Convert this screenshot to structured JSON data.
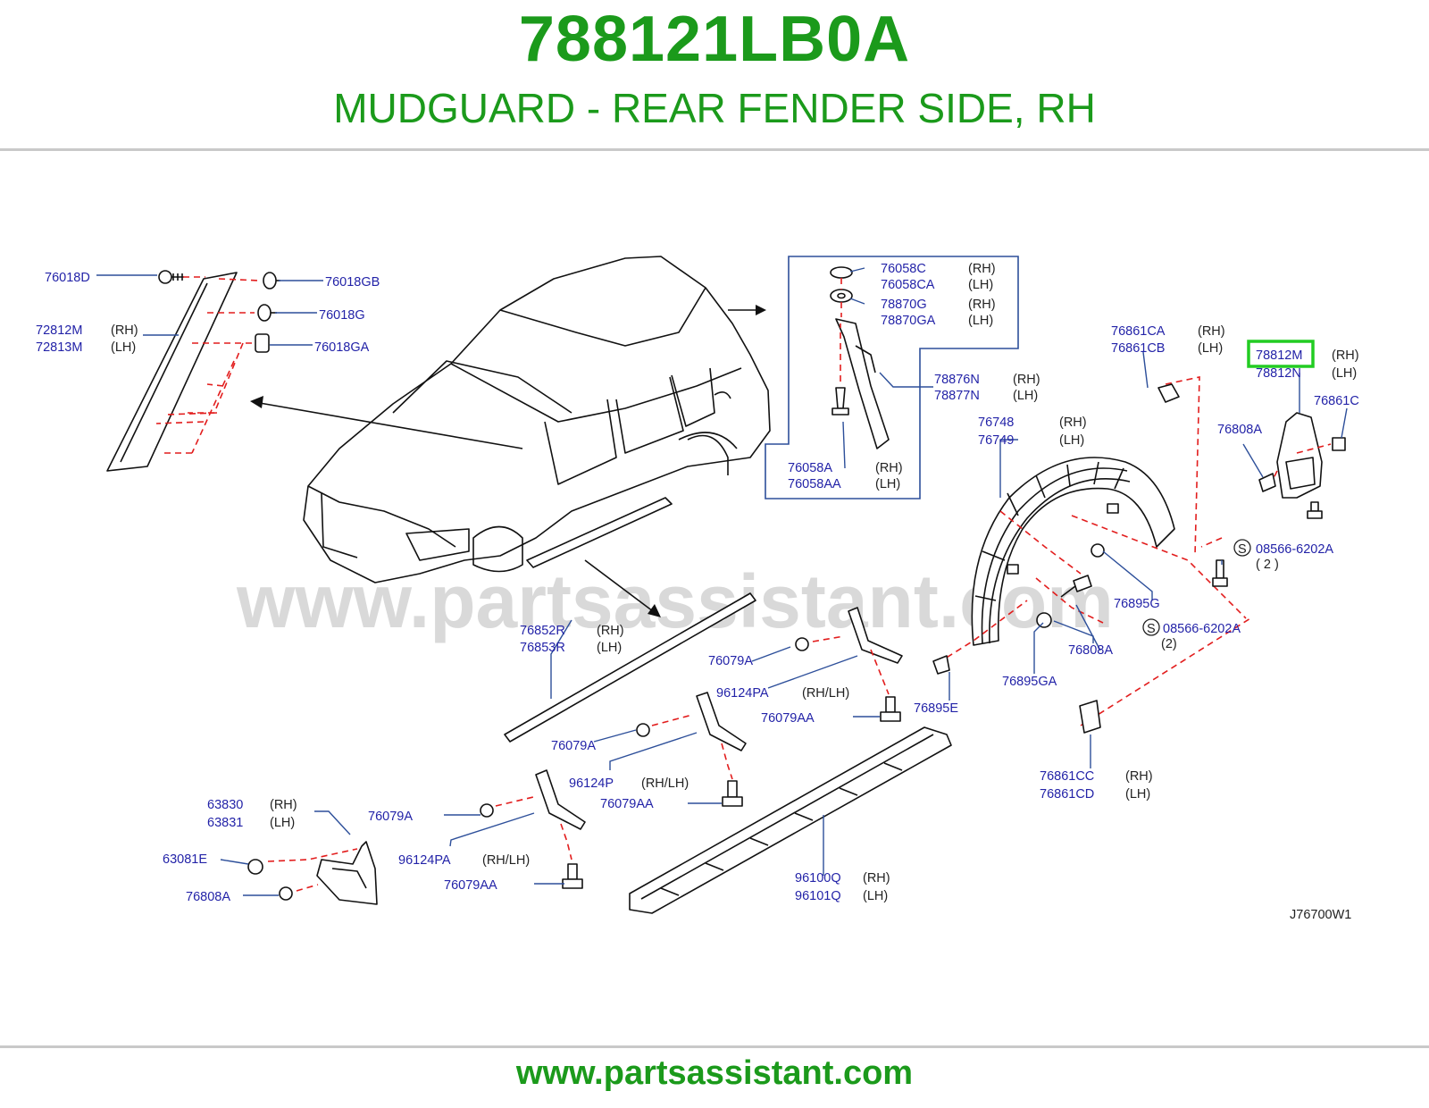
{
  "header": {
    "part_number": "788121LB0A",
    "description": "MUDGUARD - REAR FENDER SIDE, RH"
  },
  "diagram": {
    "watermark": "www.partsassistant.com",
    "drawing_code": "J76700W1",
    "highlighted_part": "78812M",
    "labels": {
      "p76018D": "76018D",
      "p76018GB": "76018GB",
      "p76018G": "76018G",
      "p76018GA": "76018GA",
      "p72812M": "72812M",
      "p72813M": "72813M",
      "p76058C": "76058C",
      "p76058CA": "76058CA",
      "p78870G": "78870G",
      "p78870GA": "78870GA",
      "p78876N": "78876N",
      "p78877N": "78877N",
      "p76058A": "76058A",
      "p76058AA": "76058AA",
      "p76861CA": "76861CA",
      "p76861CB": "76861CB",
      "p78812M": "78812M",
      "p78812N": "78812N",
      "p76861C": "76861C",
      "p76808A_r": "76808A",
      "p76748": "76748",
      "p76749": "76749",
      "p08566_1": "08566-6202A",
      "qty_1": "( 2 )",
      "p76895G": "76895G",
      "p08566_2": "08566-6202A",
      "qty_2": "(2)",
      "p76808A_m": "76808A",
      "p76895GA": "76895GA",
      "p76895E": "76895E",
      "p76861CC": "76861CC",
      "p76861CD": "76861CD",
      "p76852R": "76852R",
      "p76853R": "76853R",
      "p76079A_1": "76079A",
      "p96124PA_1": "96124PA",
      "p76079AA_1": "76079AA",
      "p76079A_2": "76079A",
      "p96124P": "96124P",
      "p76079AA_2": "76079AA",
      "p63830": "63830",
      "p63831": "63831",
      "p76079A_3": "76079A",
      "p63081E": "63081E",
      "p96124PA_2": "96124PA",
      "p76808A_l": "76808A",
      "p76079AA_3": "76079AA",
      "p96100Q": "96100Q",
      "p96101Q": "96101Q"
    },
    "sides": {
      "rh": "(RH)",
      "lh": "(LH)",
      "rhlh": "(RH/LH)",
      "s": "S"
    }
  },
  "footer": {
    "url": "www.partsassistant.com"
  },
  "colors": {
    "title_green": "#1b9a1b",
    "label_blue": "#2323a8",
    "dash_red": "#e21d1d",
    "highlight_green": "#22cc22"
  }
}
